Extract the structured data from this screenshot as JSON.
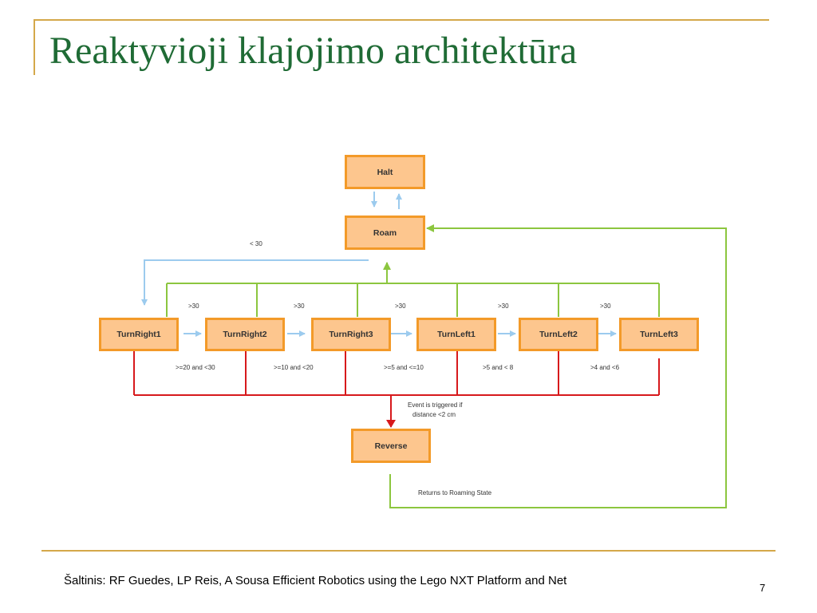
{
  "slide": {
    "title": "Reaktyvioji klajojimo architektūra",
    "source": "Šaltinis: RF Guedes, LP Reis, A Sousa Efficient Robotics using the Lego NXT Platform and Net",
    "page_number": "7"
  },
  "diagram": {
    "nodes": {
      "halt": "Halt",
      "roam": "Roam",
      "turnright1": "TurnRight1",
      "turnright2": "TurnRight2",
      "turnright3": "TurnRight3",
      "turnleft1": "TurnLeft1",
      "turnleft2": "TurnLeft2",
      "turnleft3": "TurnLeft3",
      "reverse": "Reverse"
    },
    "labels": {
      "lt30": "< 30",
      "gt30": ">30",
      "r1": ">=20 and <30",
      "r2": ">=10 and <20",
      "r3": ">=5 and <=10",
      "r4": ">5 and < 8",
      "r5": ">4 and <6",
      "event_line1": "Event is triggered if",
      "event_line2": "distance <2 cm",
      "returns": "Returns to Roaming State"
    },
    "colors": {
      "node_fill": "#fdc68e",
      "node_border": "#f39a29",
      "blue_arrow": "#9ccbee",
      "green_line": "#8cc63f",
      "red_line": "#d7191c",
      "title": "#1f6b35",
      "accent_bar": "#d4a84a"
    }
  }
}
